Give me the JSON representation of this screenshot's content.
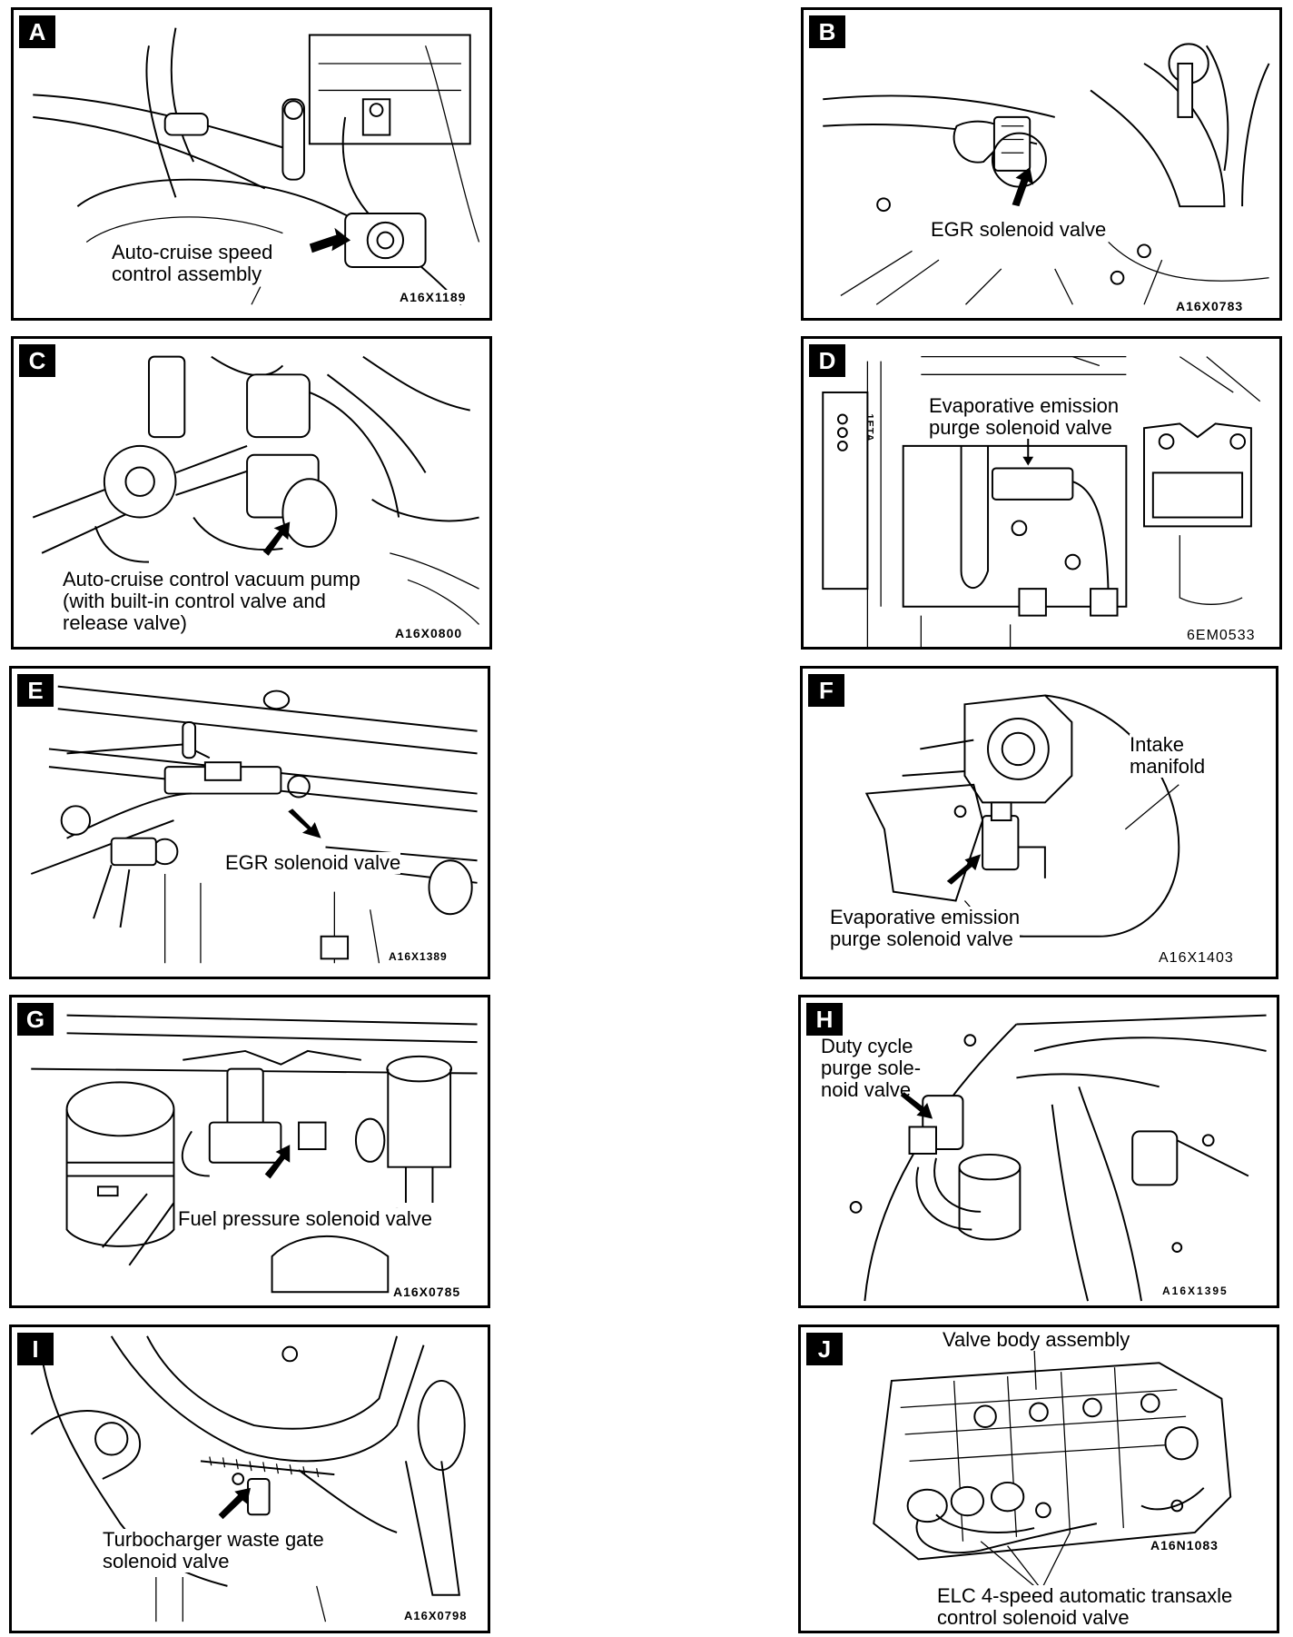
{
  "panels": [
    {
      "letter": "A",
      "caption": "Auto-cruise  speed\ncontrol assembly",
      "code": "A16X1189"
    },
    {
      "letter": "B",
      "caption": "EGR solenoid valve",
      "code": "A16X0783"
    },
    {
      "letter": "C",
      "caption": "Auto-cruise control vacuum pump\n(with built-in control valve and\nrelease valve)",
      "code": "A16X0800"
    },
    {
      "letter": "D",
      "caption": "Evaporative emission\npurge solenoid valve",
      "code": "6EM0533",
      "extra": "1ETA"
    },
    {
      "letter": "E",
      "caption": "EGR solenoid valve",
      "code": "A16X1389"
    },
    {
      "letter": "F",
      "caption": "Evaporative  emission\npurge solenoid valve",
      "caption2": "Intake\nmanifold",
      "code": "A16X1403"
    },
    {
      "letter": "G",
      "caption": "Fuel pressure solenoid valve",
      "code": "A16X0785"
    },
    {
      "letter": "H",
      "caption": "Duty   cycle\npurge  sole-\nnoid valve",
      "code": "A16X1395"
    },
    {
      "letter": "I",
      "caption": "Turbocharger   waste  gate\nsolenoid valve",
      "code": "A16X0798"
    },
    {
      "letter": "J",
      "caption": "ELC 4-speed automatic transaxle\ncontrol solenoid valve",
      "caption2": "Valve body assembly",
      "code": "A16N1083"
    }
  ]
}
